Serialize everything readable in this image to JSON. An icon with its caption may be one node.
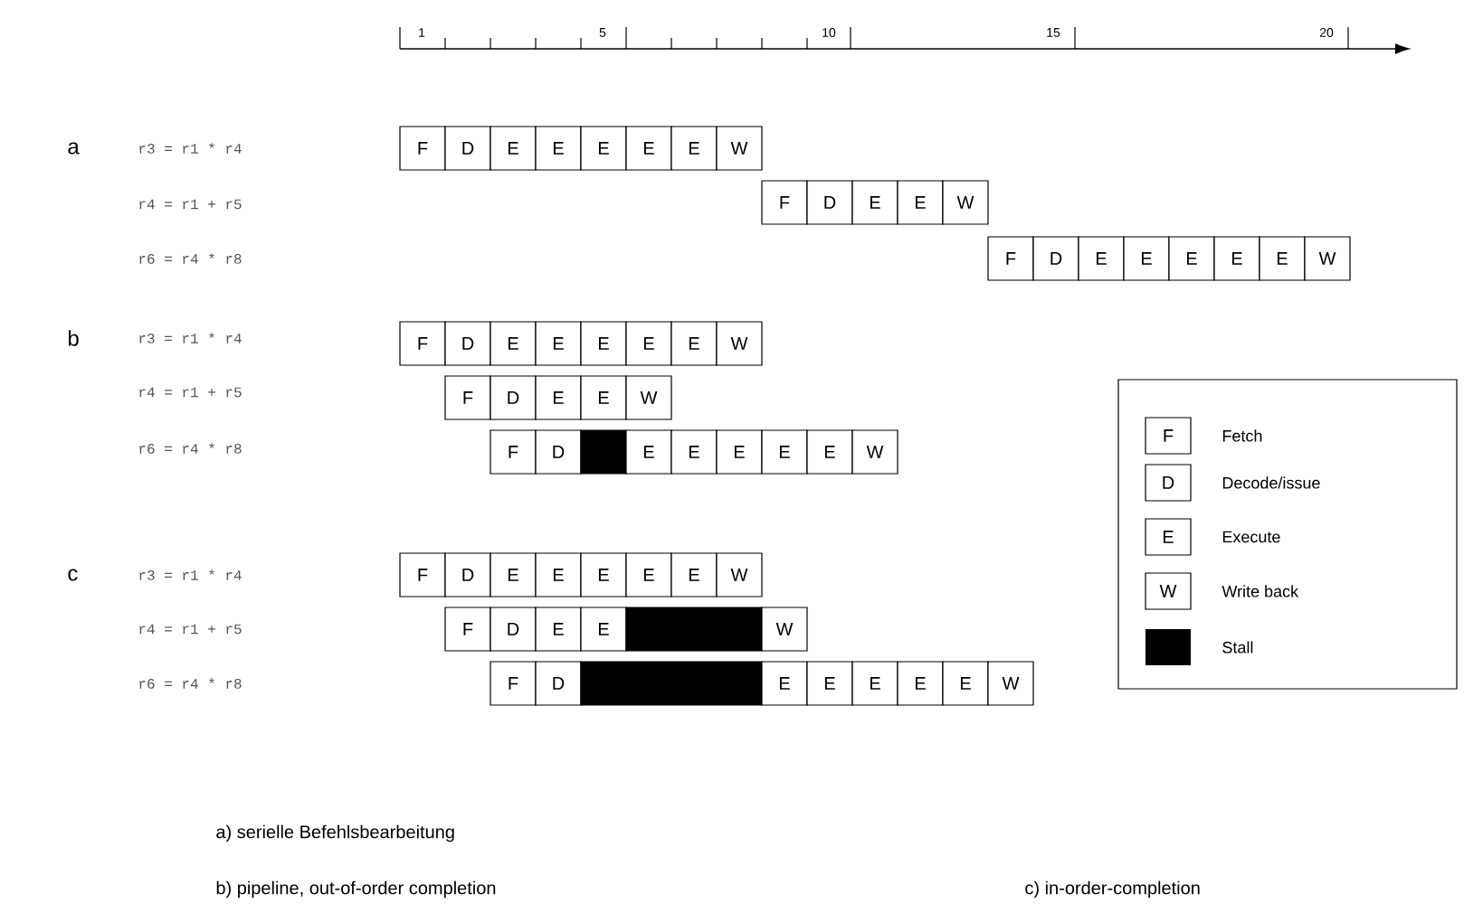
{
  "diagram": {
    "nodes": [
      {
        "text": [
          "F"
        ]
      },
      {
        "text": [
          "D"
        ]
      },
      {
        "text": [
          "E"
        ]
      },
      {
        "text": [
          "E"
        ]
      },
      {
        "text": [
          "E"
        ]
      },
      {
        "text": [
          "E"
        ]
      },
      {
        "text": [
          "E"
        ]
      },
      {
        "text": [
          "W"
        ]
      },
      {
        "text": [
          "F"
        ]
      },
      {
        "text": [
          "D"
        ]
      },
      {
        "text": [
          "E"
        ]
      },
      {
        "text": [
          "E"
        ]
      },
      {
        "text": [
          "W"
        ]
      },
      {
        "text": [
          "F"
        ]
      },
      {
        "text": [
          "D"
        ]
      },
      {
        "text": [
          "E"
        ]
      },
      {
        "text": [
          "E"
        ]
      },
      {
        "text": [
          "E"
        ]
      },
      {
        "text": [
          "E"
        ]
      },
      {
        "text": [
          "E"
        ]
      },
      {
        "text": [
          "W"
        ]
      },
      {
        "text": [
          "F"
        ]
      },
      {
        "text": [
          "D"
        ]
      },
      {
        "text": [
          "E"
        ]
      },
      {
        "text": [
          "E"
        ]
      },
      {
        "text": [
          "E"
        ]
      },
      {
        "text": [
          "E"
        ]
      },
      {
        "text": [
          "E"
        ]
      },
      {
        "text": [
          "W"
        ]
      },
      {
        "text": [
          "F"
        ]
      },
      {
        "text": [
          "D"
        ]
      },
      {
        "text": [
          "E"
        ]
      },
      {
        "text": [
          "E"
        ]
      },
      {
        "text": [
          "W"
        ]
      },
      {
        "text": [
          "F"
        ]
      },
      {
        "text": [
          "D"
        ]
      },
      {
        "text": [],
        "shape": "box"
      },
      {
        "text": [
          "E"
        ]
      },
      {
        "text": [
          "E"
        ]
      },
      {
        "text": [
          "E"
        ]
      },
      {
        "text": [
          "E"
        ]
      },
      {
        "text": [
          "E"
        ]
      },
      {
        "text": [
          "W"
        ]
      },
      {
        "text": [
          "F"
        ]
      },
      {
        "text": [
          "D"
        ]
      },
      {
        "text": [
          "E"
        ]
      },
      {
        "text": [
          "E"
        ]
      },
      {
        "text": [
          "E"
        ]
      },
      {
        "text": [
          "E"
        ]
      },
      {
        "text": [
          "E"
        ]
      },
      {
        "text": [
          "W"
        ]
      },
      {
        "text": [
          "F"
        ]
      },
      {
        "text": [
          "D"
        ]
      },
      {
        "text": [
          "E"
        ]
      },
      {
        "text": [
          "E"
        ]
      },
      {
        "text": [],
        "shape": "box"
      },
      {
        "text": [
          "W"
        ]
      },
      {
        "text": [
          "F"
        ]
      },
      {
        "text": [
          "D"
        ]
      },
      {
        "text": [],
        "shape": "box"
      },
      {
        "text": [
          "E"
        ]
      },
      {
        "text": [
          "E"
        ]
      },
      {
        "text": [
          "E"
        ]
      },
      {
        "text": [
          "E"
        ]
      },
      {
        "text": [
          "E"
        ]
      },
      {
        "text": [
          "W"
        ]
      }
    ],
    "labels": [
      "1",
      "5",
      "10",
      "15",
      "20",
      "a",
      "r3 = r1 * r4",
      "r4 = r1 + r5",
      "r6 = r4 * r8",
      "b",
      "r3 = r1 * r4",
      "r4 = r1 + r5",
      "r6 = r4 * r8",
      "c",
      "r3 = r1 * r4",
      "r4 = r1 + r5",
      "r6 = r4 * r8",
      "F",
      "D",
      "E",
      "W",
      "a) serielle Befehlsbearbeitung",
      "b) pipeline, out-of-order completion",
      "c) in-order-completion"
    ],
    "legend": [
      {
        "text": "Fetch"
      },
      {
        "text": "Decode/issue"
      },
      {
        "text": "Execute"
      },
      {
        "text": "Write back"
      },
      {
        "text": "Stall",
        "color": "#000000"
      }
    ]
  }
}
